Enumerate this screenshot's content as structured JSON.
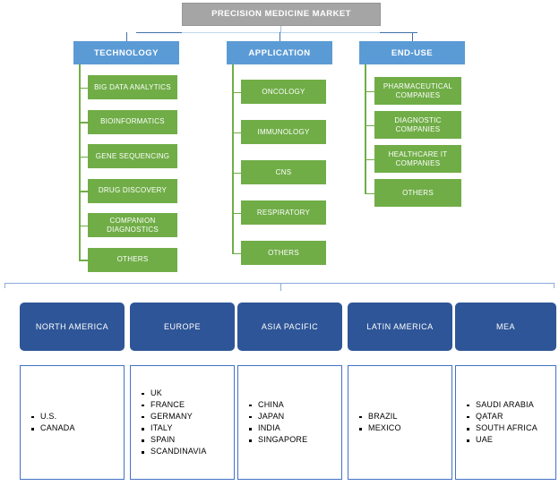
{
  "title": "PRECISION MEDICINE MARKET",
  "colors": {
    "title_gray": "#A5A5A5",
    "category_blue": "#5B9BD5",
    "leaf_green": "#70AD47",
    "region_blue": "#2E5597",
    "country_border": "#4472C4",
    "connector_blue": "#4472A8"
  },
  "segments": [
    {
      "label": "TECHNOLOGY",
      "items": [
        "BIG DATA ANALYTICS",
        "BIOINFORMATICS",
        "GENE SEQUENCING",
        "DRUG DISCOVERY",
        "COMPANION DIAGNOSTICS",
        "OTHERS"
      ]
    },
    {
      "label": "APPLICATION",
      "items": [
        "ONCOLOGY",
        "IMMUNOLOGY",
        "CNS",
        "RESPIRATORY",
        "OTHERS"
      ]
    },
    {
      "label": "END-USE",
      "items": [
        "PHARMACEUTICAL COMPANIES",
        "DIAGNOSTIC COMPANIES",
        "HEALTHCARE IT COMPANIES",
        "OTHERS"
      ]
    }
  ],
  "regions": [
    {
      "label": "NORTH AMERICA",
      "countries": [
        "U.S.",
        "CANADA"
      ]
    },
    {
      "label": "EUROPE",
      "countries": [
        "UK",
        "FRANCE",
        "GERMANY",
        "ITALY",
        "SPAIN",
        "SCANDINAVIA"
      ]
    },
    {
      "label": "ASIA PACIFIC",
      "countries": [
        "CHINA",
        "JAPAN",
        "INDIA",
        "SINGAPORE"
      ]
    },
    {
      "label": "LATIN AMERICA",
      "countries": [
        "BRAZIL",
        "MEXICO"
      ]
    },
    {
      "label": "MEA",
      "countries": [
        "SAUDI ARABIA",
        "QATAR",
        "SOUTH AFRICA",
        "UAE"
      ]
    }
  ]
}
